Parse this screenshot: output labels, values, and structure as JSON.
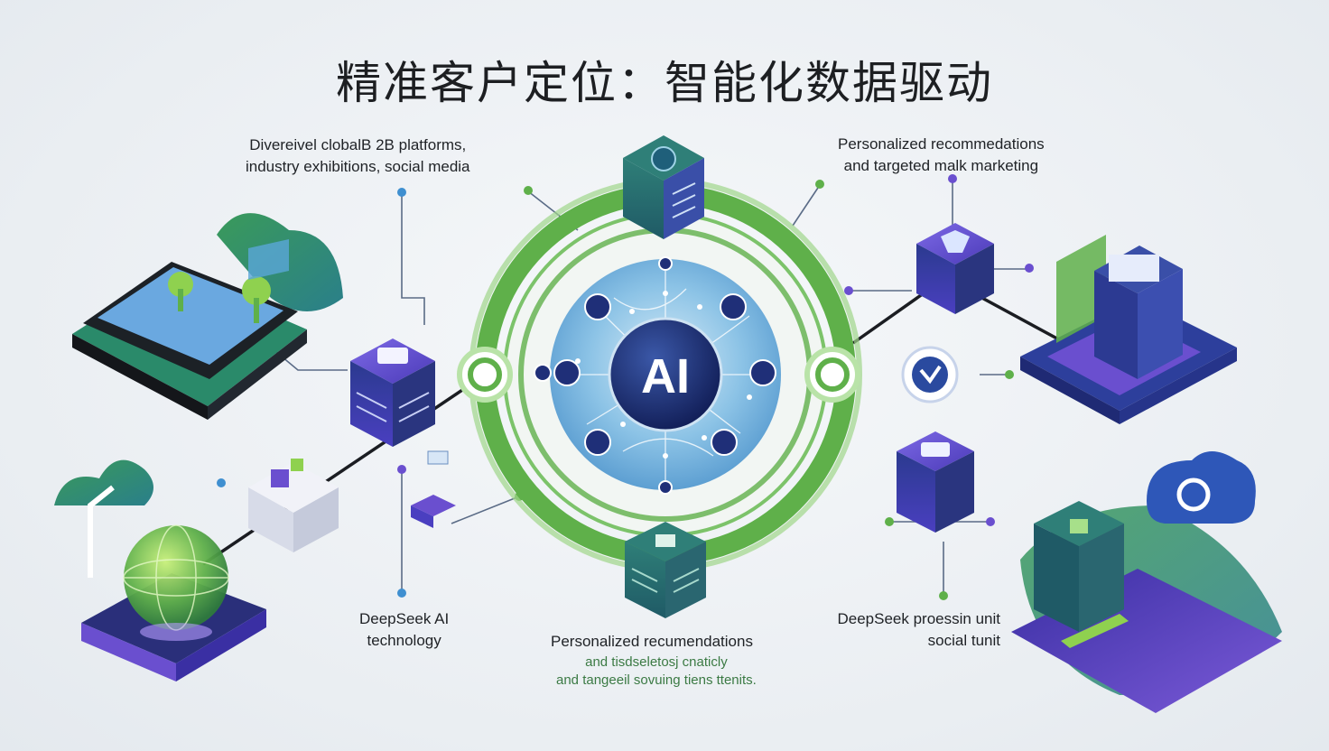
{
  "title": "精准客户定位：智能化数据驱动",
  "hub": {
    "label": "AI"
  },
  "labels": {
    "top_left": [
      "Divereivel clobalB 2B platforms,",
      "industry exhibitions, social media"
    ],
    "top_right": [
      "Personalized recommedations",
      "and targeted malk marketing"
    ],
    "bottom_left": [
      "DeepSeek AI",
      "technology"
    ],
    "bottom_center": [
      "Personalized recumendations"
    ],
    "bottom_center_small": [
      "and tisdseletosj cnaticly",
      "and tangeeil sovuing tiens ttenits."
    ],
    "bottom_right": [
      "DeepSeek proessin unit",
      "social  tunit"
    ]
  },
  "colors": {
    "green": "#5fb04a",
    "navy": "#23347a",
    "purple": "#6a4fcf",
    "teal": "#2f7f78",
    "sky": "#3f8fd0"
  },
  "icons": [
    "tablet-map-icon",
    "server-cube-icon",
    "globe-icon",
    "cloud-share-icon",
    "cloud-refresh-icon",
    "shield-check-icon",
    "laptop-platform-icon",
    "dashboard-tower-icon"
  ]
}
